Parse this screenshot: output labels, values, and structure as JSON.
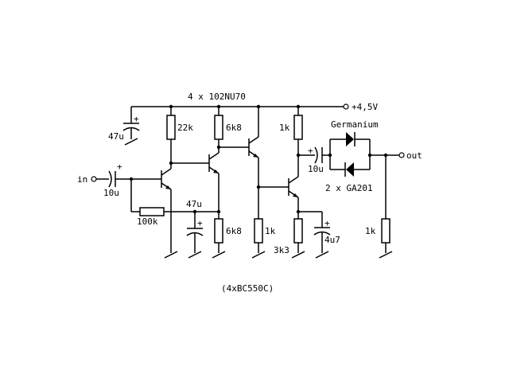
{
  "labels": {
    "title": "4 x 102NU70",
    "supply": "+4,5V",
    "input": "in",
    "output": "out",
    "germanium": "Germanium",
    "diodes": "2 x GA201",
    "transistors": "(4xBC550C)"
  },
  "components": {
    "c_supply": "47u",
    "c_in": "10u",
    "r_bias": "22k",
    "r_collector": "6k8",
    "r_feedback": "100k",
    "c_emitter": "47u",
    "r_emitter": "6k8",
    "r_emitter2": "1k",
    "r_collector3": "1k",
    "c_out": "10u",
    "r_emitter4": "3k3",
    "c_emitter4": "4u7",
    "r_load": "1k"
  },
  "plus_sign": "+"
}
